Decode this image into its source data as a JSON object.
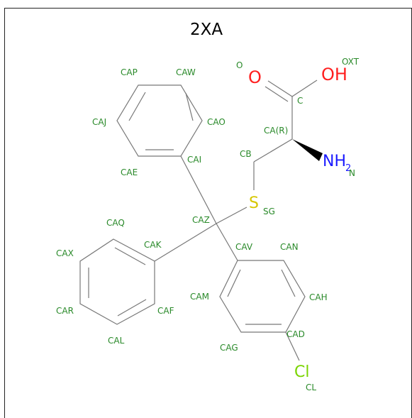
{
  "title": "2XA",
  "elements": {
    "O_carbonyl": "O",
    "OH": "OH",
    "NH": "NH",
    "NH_sub": "2",
    "S": "S",
    "Cl": "Cl"
  },
  "atom_labels": {
    "O": "O",
    "OXT": "OXT",
    "C": "C",
    "CA": "CA(R)",
    "CB": "CB",
    "N": "N",
    "SG": "SG",
    "CAP": "CAP",
    "CAW": "CAW",
    "CAJ": "CAJ",
    "CAO": "CAO",
    "CAE": "CAE",
    "CAI": "CAI",
    "CAZ": "CAZ",
    "CAQ": "CAQ",
    "CAK": "CAK",
    "CAX": "CAX",
    "CAR": "CAR",
    "CAF": "CAF",
    "CAL": "CAL",
    "CAV": "CAV",
    "CAN": "CAN",
    "CAM": "CAM",
    "CAH": "CAH",
    "CAG": "CAG",
    "CAD": "CAD",
    "CL": "CL"
  },
  "colors": {
    "label": "#2a8a2a",
    "oxygen": "#ff1f1f",
    "nitrogen": "#1a1aff",
    "sulfur": "#d6c600",
    "chlorine": "#7ad400",
    "bond": "#777777"
  }
}
